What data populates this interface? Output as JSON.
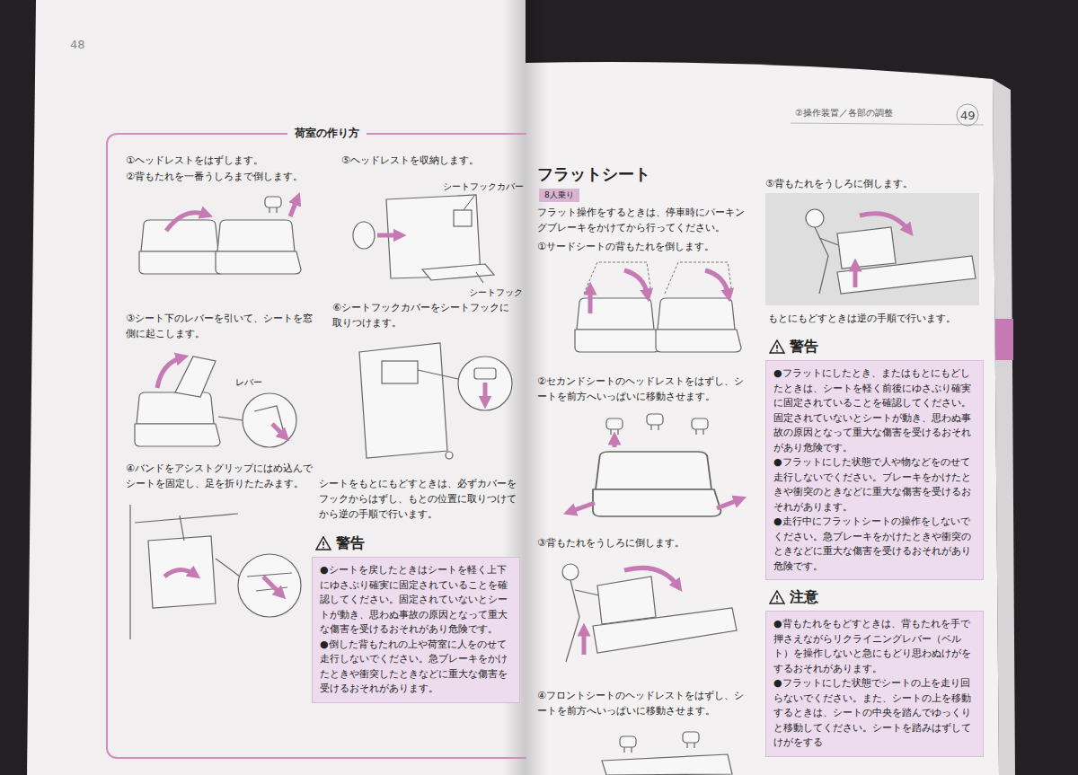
{
  "diagram": {
    "nodes": [
      {
        "text": [
          "荷室の作り方"
        ]
      },
      {
        "text": [
          "警告",
          "●シートを戻したときはシートを軽く上下にゆさぶり確実に固定されていることを確認してください。固定されていないとシートが動き、思わぬ事故の原因となって重大な傷害を受けるおそれがあり危険です。",
          "●倒した背もたれの上や荷室に人をのせて走行しないでください。急ブレーキをかけたときや衝突したときなどに重大な傷害を受けるおそれがあります。"
        ],
        "in": 0
      },
      {
        "text": [
          "8人乗り"
        ]
      },
      {
        "text": [
          "警告",
          "●フラットにしたとき、またはもとにもどしたときは、シートを軽く前後にゆさぶり確実に固定されていることを確認してください。固定されていないとシートが動き、思わぬ事故の原因となって重大な傷害を受けるおそれがあり危険です。",
          "●フラットにした状態で人や物などをのせて走行しないでください。ブレーキをかけたときや衝突のときなどに重大な傷害を受けるおそれがあります。",
          "●走行中にフラットシートの操作をしないでください。急ブレーキをかけたときや衝突のときなどに重大な傷害を受けるおそれがあり危険です。"
        ]
      },
      {
        "text": [
          "注意",
          "●背もたれをもどすときは、背もたれを手で押さえながらリクライニングレバー（ベルト）を操作しないと急にもどり思わぬけがをするおそれがあります。",
          "●フラットにした状態でシートの上を走り回らないでください。また、シートの上を移動するときは、シートの中央を踏んでゆっくりと移動してください。シートを踏みはずしてけがをする"
        ]
      }
    ],
    "labels": [
      "48",
      "①ヘッドレストをはずします。",
      "②背もたれを一番うしろまで倒します。",
      "③シート下のレバーを引いて、シートを窓側に起こします。",
      "レバー",
      "④バンドをアシストグリップにはめ込んでシートを固定し、足を折りたたみます。",
      "⑤ヘッドレストを収納します。",
      "シートフックカバー",
      "シートフック",
      "⑥シートフックカバーをシートフックに取りつけます。",
      "シートをもとにもどすときは、必ずカバーをフックからはずし、もとの位置に取りつけてから逆の手順で行います。",
      "②操作装置／各部の調整",
      "49",
      "フラットシート",
      "フラット操作をするときは、停車時にパーキングブレーキをかけてから行ってください。",
      "①サードシートの背もたれを倒します。",
      "②セカンドシートのヘッドレストをはずし、シートを前方へいっぱいに移動させます。",
      "③背もたれをうしろに倒します。",
      "④フロントシートのヘッドレストをはずし、シートを前方へいっぱいに移動させます。",
      "⑤背もたれをうしろに倒します。",
      "もとにもどすときは逆の手順で行います。"
    ]
  }
}
